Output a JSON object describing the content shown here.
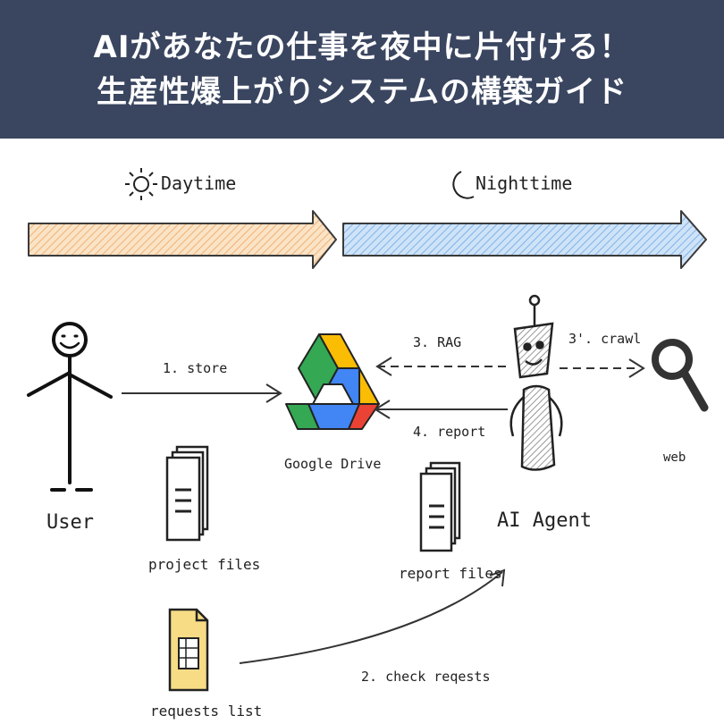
{
  "header": {
    "line1": "AIがあなたの仕事を夜中に片付ける！",
    "line2": "生産性爆上がりシステムの構築ガイド"
  },
  "phases": {
    "daytime": "Daytime",
    "nighttime": "Nighttime"
  },
  "nodes": {
    "user": "User",
    "drive": "Google Drive",
    "agent": "AI Agent",
    "web": "web",
    "project_files": "project files",
    "report_files": "report files",
    "requests_list": "requests list"
  },
  "edges": {
    "store": "1. store",
    "check": "2. check reqests",
    "rag": "3. RAG",
    "crawl": "3'. crawl",
    "report": "4. report"
  },
  "colors": {
    "header_bg": "#3a4560",
    "day_arrow": "#f6cc9c",
    "night_arrow": "#a9cdf0",
    "requests_doc": "#f7dc85"
  }
}
